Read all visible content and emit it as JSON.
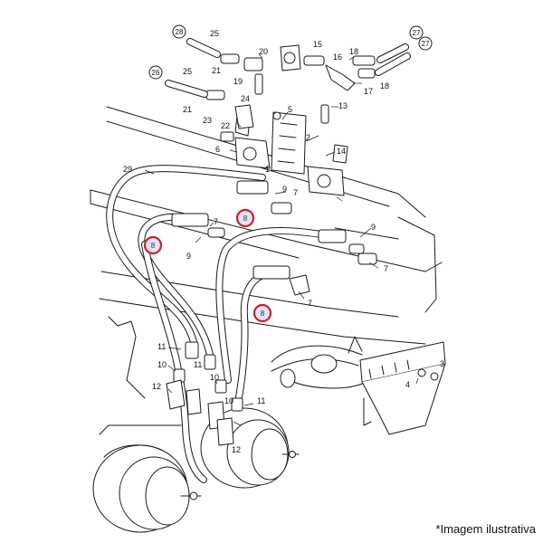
{
  "colors": {
    "line": "#1a1a1a",
    "highlight": "#cc1f2d",
    "highlight_fill": "#dfe4f2"
  },
  "labels": {
    "l1": "1",
    "l2": "2",
    "l3": "3",
    "l4": "4",
    "l5": "5",
    "l6": "6",
    "l7a": "7",
    "l7b": "7",
    "l7c": "7",
    "l7d": "7",
    "l9a": "9",
    "l9b": "9",
    "l9c": "9",
    "l10a": "10",
    "l10b": "10",
    "l10c": "10",
    "l11a": "11",
    "l11b": "11",
    "l11c": "11",
    "l12a": "12",
    "l12b": "12",
    "l13": "13",
    "l14": "14",
    "l15": "15",
    "l16": "16",
    "l17": "17",
    "l18a": "18",
    "l18b": "18",
    "l19": "19",
    "l20": "20",
    "l21a": "21",
    "l21b": "21",
    "l22": "22",
    "l23": "23",
    "l24": "24",
    "l25a": "25",
    "l25b": "25",
    "l29": "29"
  },
  "circled_labels": {
    "c26": "26",
    "c27a": "27",
    "c27b": "27",
    "c28": "28"
  },
  "highlighted_labels": {
    "h8a": "8",
    "h8b": "8",
    "h8c": "8"
  },
  "caption": "*Imagem ilustrativa"
}
